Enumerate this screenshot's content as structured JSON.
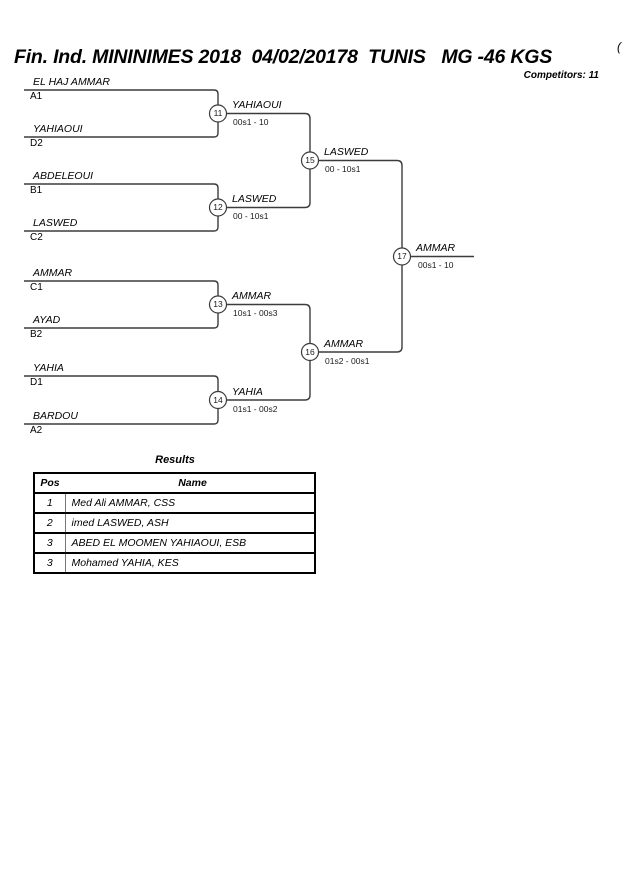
{
  "header": {
    "title": "Fin. Ind. MININIMES 2018  04/02/20178  TUNIS   MG -46 KGS",
    "paren": "(",
    "competitors": "Competitors: 11"
  },
  "bracket": {
    "entries": [
      {
        "name": "EL HAJ AMMAR",
        "seed": "A1"
      },
      {
        "name": "YAHIAOUI",
        "seed": "D2"
      },
      {
        "name": "ABDELEOUI",
        "seed": "B1"
      },
      {
        "name": "LASWED",
        "seed": "C2"
      },
      {
        "name": "AMMAR",
        "seed": "C1"
      },
      {
        "name": "AYAD",
        "seed": "B2"
      },
      {
        "name": "YAHIA",
        "seed": "D1"
      },
      {
        "name": "BARDOU",
        "seed": "A2"
      }
    ],
    "matches": [
      {
        "number": "11",
        "winner": "YAHIAOUI",
        "score": "00s1 - 10"
      },
      {
        "number": "12",
        "winner": "LASWED",
        "score": "00 - 10s1"
      },
      {
        "number": "13",
        "winner": "AMMAR",
        "score": "10s1 - 00s3"
      },
      {
        "number": "14",
        "winner": "YAHIA",
        "score": "01s1 - 00s2"
      },
      {
        "number": "15",
        "winner": "LASWED",
        "score": "00 - 10s1"
      },
      {
        "number": "16",
        "winner": "AMMAR",
        "score": "01s2 - 00s1"
      },
      {
        "number": "17",
        "winner": "AMMAR",
        "score": "00s1 - 10"
      }
    ]
  },
  "results": {
    "title": "Results",
    "columns": {
      "pos": "Pos",
      "name": "Name"
    },
    "rows": [
      {
        "pos": "1",
        "name": "Med Ali AMMAR, CSS"
      },
      {
        "pos": "2",
        "name": "imed LASWED, ASH"
      },
      {
        "pos": "3",
        "name": "ABED EL MOOMEN YAHIAOUI, ESB"
      },
      {
        "pos": "3",
        "name": "Mohamed YAHIA, KES"
      }
    ]
  }
}
